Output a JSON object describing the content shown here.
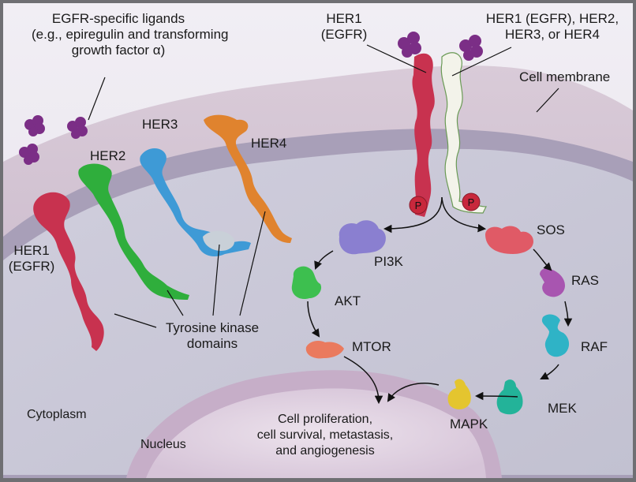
{
  "figure": {
    "domain": "EGFR family signaling pathway",
    "colors": {
      "background_top": "#ece8f0",
      "membrane": "#cdbdcd",
      "cytoplasm": "#c9c7d6",
      "nucleus": "#dccfde",
      "border": "#6f6f73",
      "ligand": "#7b2e86",
      "her1": "#c8324f",
      "her2": "#2fae3c",
      "her3": "#3e9ad6",
      "her4": "#e0832e",
      "partner_receptor": "#f3f3ea",
      "phosphate": "#c8283c",
      "pi3k": "#8a7fd0",
      "akt": "#3dbf4f",
      "mtor": "#ea7a5e",
      "sos": "#e05a66",
      "ras": "#a855b0",
      "raf": "#2fb3c6",
      "mek": "#23b399",
      "mapk": "#e4c52f"
    }
  },
  "labels": {
    "ligands": [
      "EGFR-specific ligands",
      "(e.g., epiregulin and transforming",
      "growth factor α)"
    ],
    "dimer_her1": [
      "HER1",
      "(EGFR)"
    ],
    "dimer_partner": [
      "HER1 (EGFR), HER2,",
      "HER3, or HER4"
    ],
    "cell_membrane": "Cell membrane",
    "her1": [
      "HER1",
      "(EGFR)"
    ],
    "her2": "HER2",
    "her3": "HER3",
    "her4": "HER4",
    "tyrosine_kinase": [
      "Tyrosine kinase",
      "domains"
    ],
    "phosphate": "P",
    "pi3k": "PI3K",
    "akt": "AKT",
    "mtor": "MTOR",
    "sos": "SOS",
    "ras": "RAS",
    "raf": "RAF",
    "mek": "MEK",
    "mapk": "MAPK",
    "cytoplasm": "Cytoplasm",
    "nucleus": "Nucleus",
    "outcome": [
      "Cell proliferation,",
      "cell survival, metastasis,",
      "and angiogenesis"
    ]
  }
}
